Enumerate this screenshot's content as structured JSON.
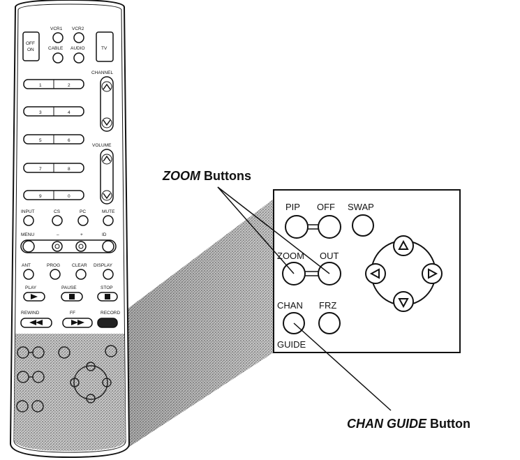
{
  "callouts": {
    "zoom": {
      "emph": "ZOOM",
      "rest": " Buttons"
    },
    "chan_guide": {
      "emph": "CHAN GUIDE",
      "rest": " Button"
    }
  },
  "remote": {
    "top": {
      "off_on": [
        "OFF",
        "ON"
      ],
      "vcr1": "VCR1",
      "vcr2": "VCR2",
      "cable": "CABLE",
      "audio": "AUDIO",
      "tv": "TV",
      "channel": "CHANNEL",
      "volume": "VOLUME"
    },
    "digits": [
      "1",
      "2",
      "3",
      "4",
      "5",
      "6",
      "7",
      "8",
      "9",
      "0"
    ],
    "row_input": [
      "INPUT",
      "CS",
      "PC",
      "MUTE"
    ],
    "row_menu": [
      "MENU",
      "–",
      "+",
      "ID"
    ],
    "row_ant": [
      "ANT",
      "PROG",
      "CLEAR",
      "DISPLAY"
    ],
    "transport": {
      "play": "PLAY",
      "pause": "PAUSE",
      "stop": "STOP",
      "rewind": "REWIND",
      "ff": "FF",
      "record": "RECORD"
    }
  },
  "inset": {
    "pip": "PIP",
    "off": "OFF",
    "swap": "SWAP",
    "zoom": "ZOOM",
    "out": "OUT",
    "chan": "CHAN",
    "frz": "FRZ",
    "guide": "GUIDE"
  }
}
